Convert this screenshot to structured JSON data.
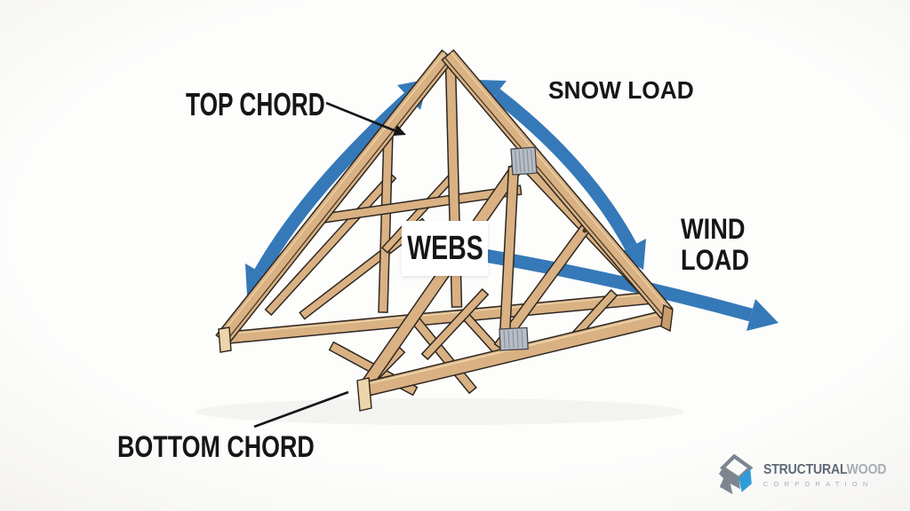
{
  "labels": {
    "top_chord": "TOP CHORD",
    "snow_load": "SNOW LOAD",
    "webs": "WEBS",
    "wind_line1": "WIND",
    "wind_line2": "LOAD",
    "bottom_chord": "BOTTOM CHORD"
  },
  "logo": {
    "brand_primary": "STRUCTURAL",
    "brand_secondary": "WOOD",
    "subtitle": "CORPORATION"
  },
  "colors": {
    "arrow_blue": "#3579b8",
    "wood": "#d9b183",
    "wood_light": "#ecd4ab",
    "wood_dark": "#c79e6b",
    "outline": "#2e2720",
    "label_text": "#161616",
    "gusset_gray": "#b7bdc5",
    "logo_gray": "#7d8690",
    "logo_text_dark": "#5f6a76",
    "logo_text_light": "#a6adb4",
    "logo_blue": "#2f9cd8",
    "background": "#fcfcfb"
  }
}
